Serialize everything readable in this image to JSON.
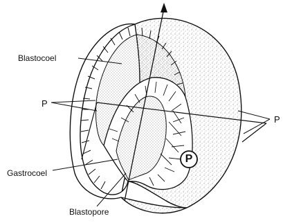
{
  "labels": {
    "blastocoel": "Blastocoel",
    "p_left": "P",
    "p_right": "P",
    "gastrocoel": "Gastrocoel",
    "blastopore": "Blastopore",
    "p_circle": "P"
  },
  "colors": {
    "ink": "#111111",
    "stipple": "#9a9a9a",
    "background": "#ffffff"
  }
}
